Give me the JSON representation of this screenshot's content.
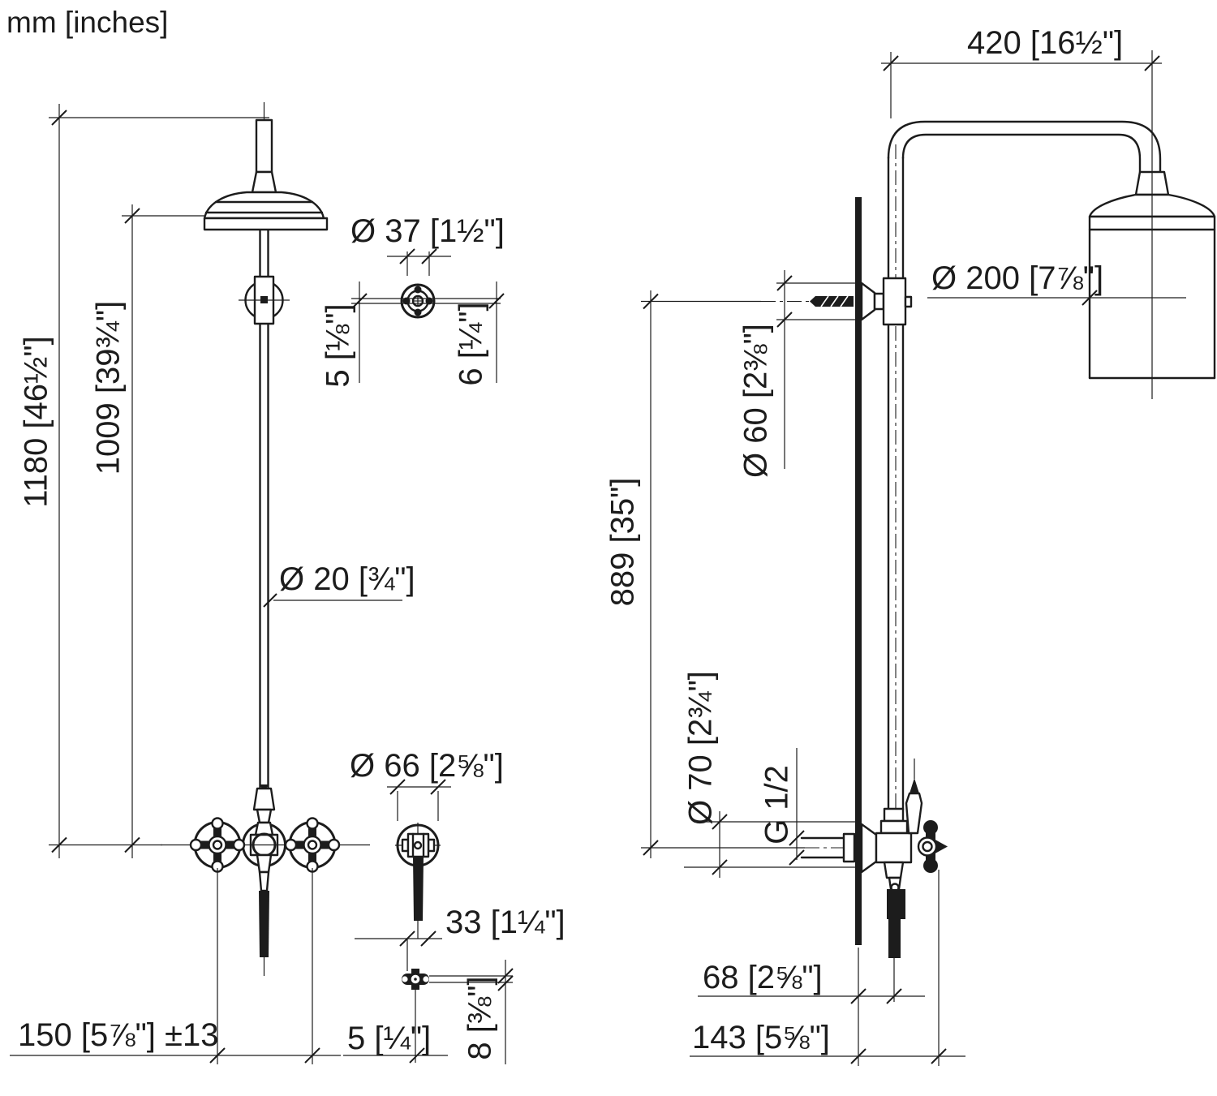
{
  "drawing": {
    "units_label": "mm [inches]",
    "front_view": {
      "total_height": "1180 [46½\"]",
      "head_height": "1009 [39¾\"]",
      "handle_dia": "Ø 37 [1½\"]",
      "handle_offset_left": "5 [⅛\"]",
      "handle_offset_right": "6 [¼\"]",
      "riser_dia": "Ø 20 [¾\"]",
      "escutcheon_dia": "Ø 66 [2⅝\"]",
      "hose_offset": "33 [1¼\"]",
      "outlet_offset": "5 [¼\"]",
      "outlet_dia": "8 [⅜\"]",
      "connection_spacing": "150 [5⅞\"] ±13"
    },
    "side_view": {
      "arm_reach": "420 [16½\"]",
      "head_dia": "Ø 200 [7⅞\"]",
      "bracket_dia": "Ø 60 [2⅜\"]",
      "bracket_height": "889 [35\"]",
      "valve_escutcheon_dia": "Ø 70 [2¾\"]",
      "thread_size": "G 1/2",
      "wall_to_hose": "68 [2⅝\"]",
      "wall_to_handle": "143 [5⅝\"]"
    },
    "colors": {
      "line": "#1c1c1c",
      "background": "#ffffff"
    }
  }
}
